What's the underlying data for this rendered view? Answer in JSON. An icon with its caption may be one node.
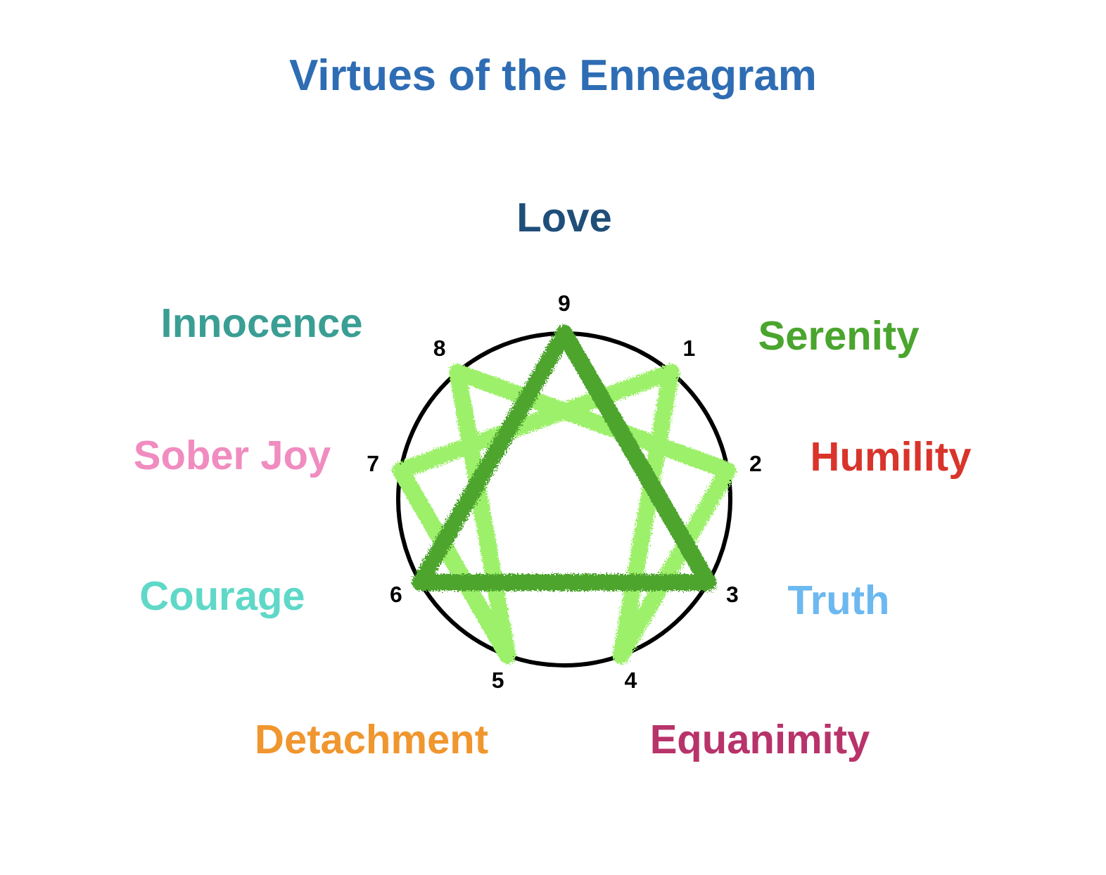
{
  "diagram": {
    "title": "Virtues of the Enneagram",
    "nodes": [
      {
        "text": [
          "9"
        ]
      },
      {
        "text": [
          "8"
        ]
      },
      {
        "text": [
          "1"
        ]
      },
      {
        "text": [
          "7"
        ]
      },
      {
        "text": [
          "2"
        ]
      },
      {
        "text": [
          "6"
        ]
      },
      {
        "text": [
          "3"
        ]
      },
      {
        "text": [
          "5"
        ]
      },
      {
        "text": [
          "4"
        ]
      }
    ],
    "edges": [
      {
        "from": 0,
        "to": 6,
        "arrow": "none",
        "color": "#4ea52f"
      },
      {
        "from": 6,
        "to": 5,
        "arrow": "none",
        "color": "#4ea52f"
      },
      {
        "from": 5,
        "to": 0,
        "arrow": "none",
        "color": "#4ea52f"
      },
      {
        "from": 2,
        "to": 8,
        "arrow": "none"
      },
      {
        "from": 8,
        "to": 4,
        "arrow": "none"
      },
      {
        "from": 4,
        "to": 1,
        "arrow": "none"
      },
      {
        "from": 1,
        "to": 7,
        "arrow": "none"
      },
      {
        "from": 7,
        "to": 3,
        "arrow": "none"
      },
      {
        "from": 3,
        "to": 2,
        "arrow": "none"
      }
    ],
    "labels": [
      "Love",
      "Innocence",
      "Serenity",
      "Sober Joy",
      "Humility",
      "Courage",
      "Truth",
      "Detachment",
      "Equanimity"
    ]
  }
}
